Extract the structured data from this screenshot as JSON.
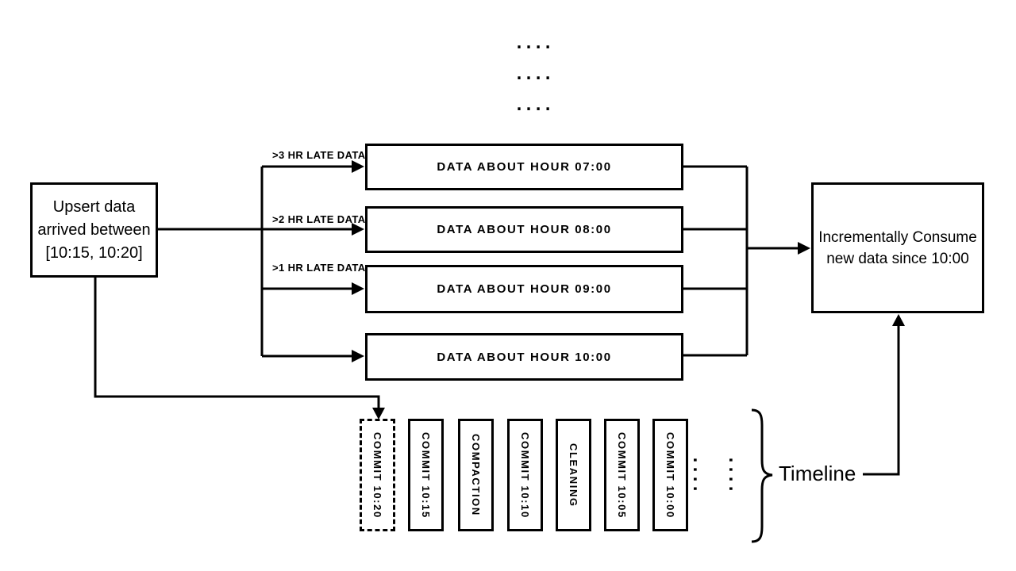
{
  "colors": {
    "ink": "#000000",
    "background": "#ffffff"
  },
  "top_ellipsis": {
    "row1": "....",
    "row2": "....",
    "row3": "...."
  },
  "upsert_box": {
    "line1": "Upsert data",
    "line2": "arrived between",
    "line3": "[10:15, 10:20]"
  },
  "late_labels": {
    "hr3": ">3 HR LATE DATA",
    "hr2": ">2 HR LATE DATA",
    "hr1": ">1 HR LATE DATA"
  },
  "hour_boxes": {
    "h07": "DATA ABOUT HOUR 07:00",
    "h08": "DATA ABOUT HOUR 08:00",
    "h09": "DATA ABOUT HOUR 09:00",
    "h10": "DATA ABOUT HOUR 10:00"
  },
  "consume_box": {
    "line1": "Incrementally Consume",
    "line2": "new data since 10:00"
  },
  "timeline": {
    "commits": [
      {
        "label": "COMMIT 10:20",
        "style": "dashed"
      },
      {
        "label": "COMMIT 10:15",
        "style": "solid"
      },
      {
        "label": "COMPACTION",
        "style": "solid"
      },
      {
        "label": "COMMIT 10:10",
        "style": "solid"
      },
      {
        "label": "CLEANING",
        "style": "solid"
      },
      {
        "label": "COMMIT 10:05",
        "style": "solid"
      },
      {
        "label": "COMMIT 10:00",
        "style": "solid"
      }
    ],
    "ellipsis": {
      "col1": "....",
      "col2": "...."
    },
    "label": "Timeline"
  }
}
